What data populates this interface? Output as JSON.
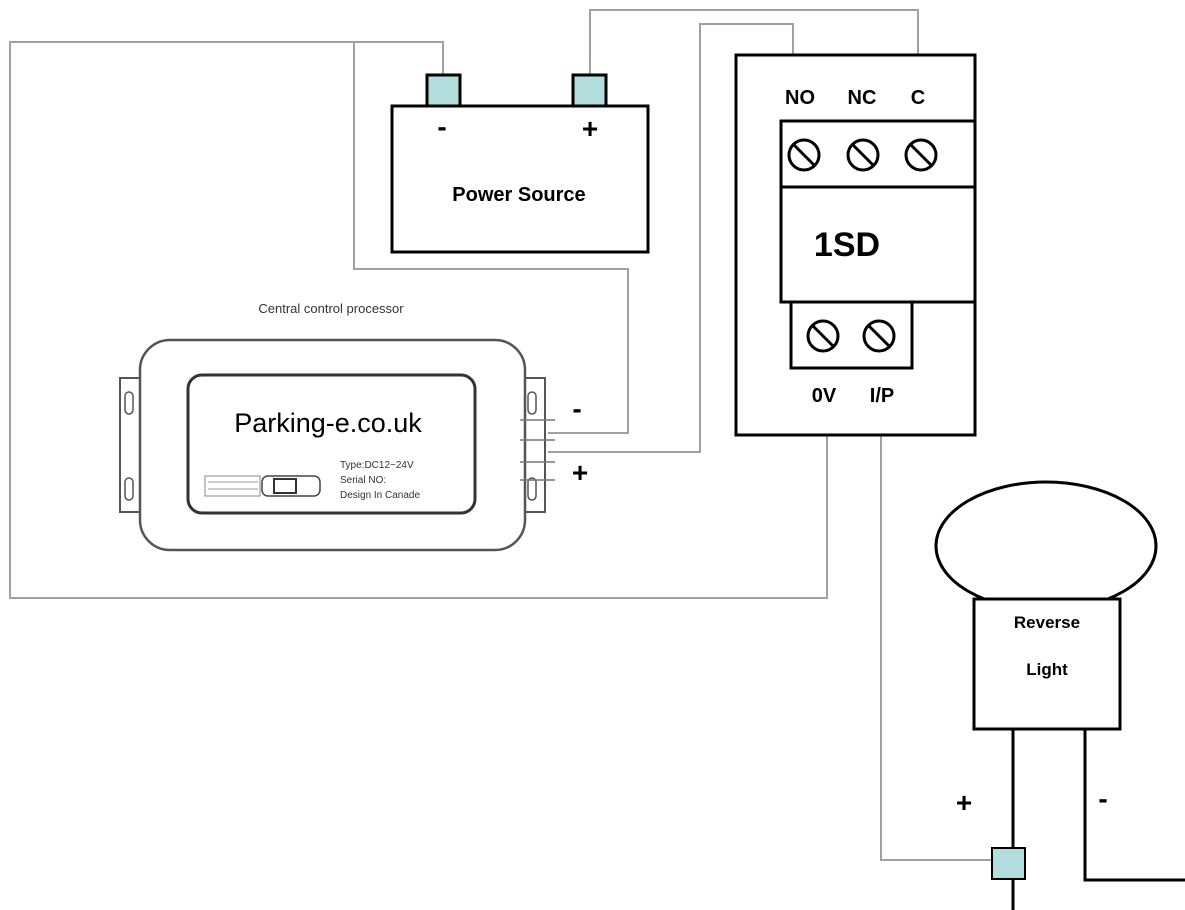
{
  "power_source": {
    "label": "Power Source",
    "neg": "-",
    "pos": "+"
  },
  "relay": {
    "name": "1SD",
    "terminal_no": "NO",
    "terminal_nc": "NC",
    "terminal_c": "C",
    "terminal_0v": "0V",
    "terminal_ip": "I/P"
  },
  "processor": {
    "caption": "Central control processor",
    "brand": "Parking-e.co.uk",
    "type_line": "Type:DC12~24V",
    "serial_line": "Serial NO:",
    "design_line": "Design In Canade",
    "neg": "-",
    "pos": "+"
  },
  "reverse_light": {
    "line1": "Reverse",
    "line2": "Light",
    "pos": "+",
    "neg": "-"
  },
  "colors": {
    "terminal_fill": "#b3dcdc",
    "wire_gray": "#a0a0a0",
    "wire_black": "#000000"
  }
}
